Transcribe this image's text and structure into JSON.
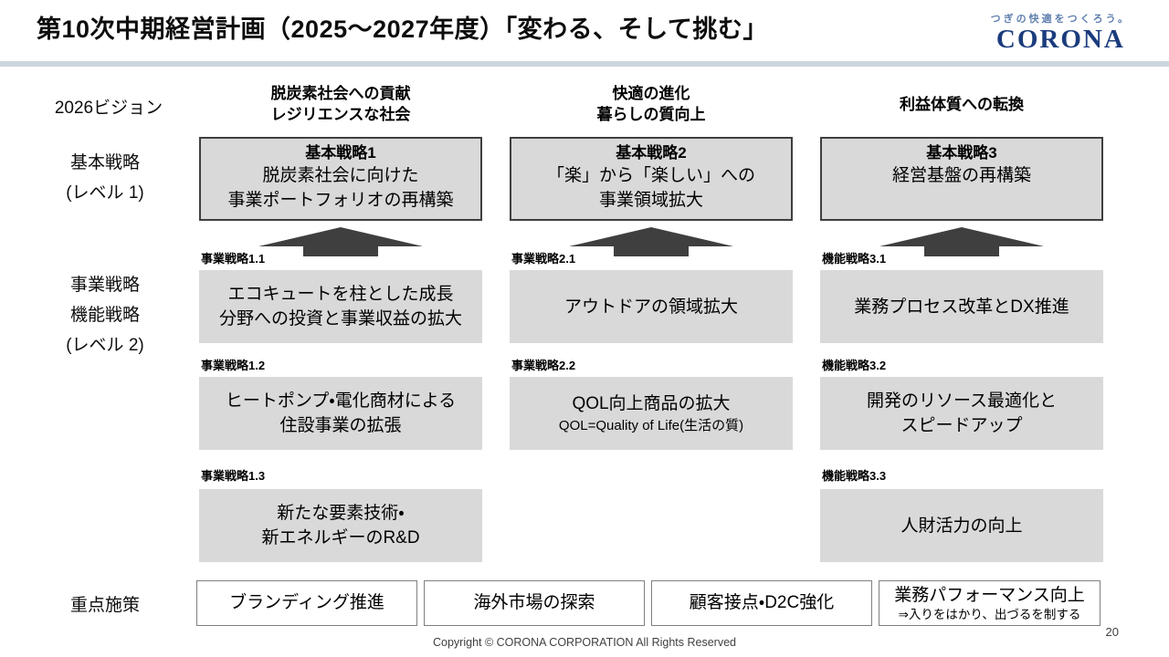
{
  "page": {
    "title": "第10次中期経営計画（2025～2027年度）「変わる、そして挑む」",
    "footer": "Copyright © CORONA CORPORATION All Rights Reserved",
    "page_number": "20"
  },
  "logo": {
    "tagline": "つぎの快適をつくろう。",
    "brand": "CORONA",
    "brand_color": "#1b3c7d",
    "tagline_color": "#5f7fae"
  },
  "row_labels": {
    "vision": "2026ビジョン",
    "basic_line1": "基本戦略",
    "basic_line2": "(レベル 1)",
    "sub_line1": "事業戦略",
    "sub_line2": "機能戦略",
    "sub_line3": "(レベル 2)",
    "priority": "重点施策"
  },
  "columns": [
    {
      "vision_lines": [
        "脱炭素社会への貢献",
        "レジリエンスな社会"
      ],
      "basic": {
        "title": "基本戦略1",
        "body_lines": [
          "脱炭素社会に向けた",
          "事業ポートフォリオの再構築"
        ]
      },
      "subs": [
        {
          "label": "事業戦略1.1",
          "lines": [
            "エコキュートを柱とした成長",
            "分野への投資と事業収益の拡大"
          ]
        },
        {
          "label": "事業戦略1.2",
          "lines": [
            "ヒートポンプ・電化商材による",
            "住設事業の拡張"
          ]
        },
        {
          "label": "事業戦略1.3",
          "lines": [
            "新たな要素技術・",
            "新エネルギーのR&D"
          ]
        }
      ]
    },
    {
      "vision_lines": [
        "快適の進化",
        "暮らしの質向上"
      ],
      "basic": {
        "title": "基本戦略2",
        "body_lines": [
          "「楽」から「楽しい」への",
          "事業領域拡大"
        ]
      },
      "subs": [
        {
          "label": "事業戦略2.1",
          "lines": [
            "アウトドアの領域拡大"
          ]
        },
        {
          "label": "事業戦略2.2",
          "lines": [
            "QOL向上商品の拡大",
            "QOL=Quality of Life(生活の質)"
          ]
        }
      ]
    },
    {
      "vision_lines": [
        "利益体質への転換"
      ],
      "basic": {
        "title": "基本戦略3",
        "body_lines": [
          "経営基盤の再構築"
        ]
      },
      "subs": [
        {
          "label": "機能戦略3.1",
          "lines": [
            "業務プロセス改革とDX推進"
          ]
        },
        {
          "label": "機能戦略3.2",
          "lines": [
            "開発のリソース最適化と",
            "スピードアップ"
          ]
        },
        {
          "label": "機能戦略3.3",
          "lines": [
            "人財活力の向上"
          ]
        }
      ]
    }
  ],
  "priority_boxes": [
    {
      "lines": [
        "ブランディング推進"
      ]
    },
    {
      "lines": [
        "海外市場の探索"
      ]
    },
    {
      "lines": [
        "顧客接点・D2C強化"
      ]
    },
    {
      "lines": [
        "業務パフォーマンス向上",
        "⇒入りをはかり、出づるを制する"
      ]
    }
  ],
  "colors": {
    "box_fill": "#d9d9d9",
    "box_border": "#3f3f3f",
    "arrow": "#3f3f3f",
    "divider": "#ccd4dd"
  }
}
